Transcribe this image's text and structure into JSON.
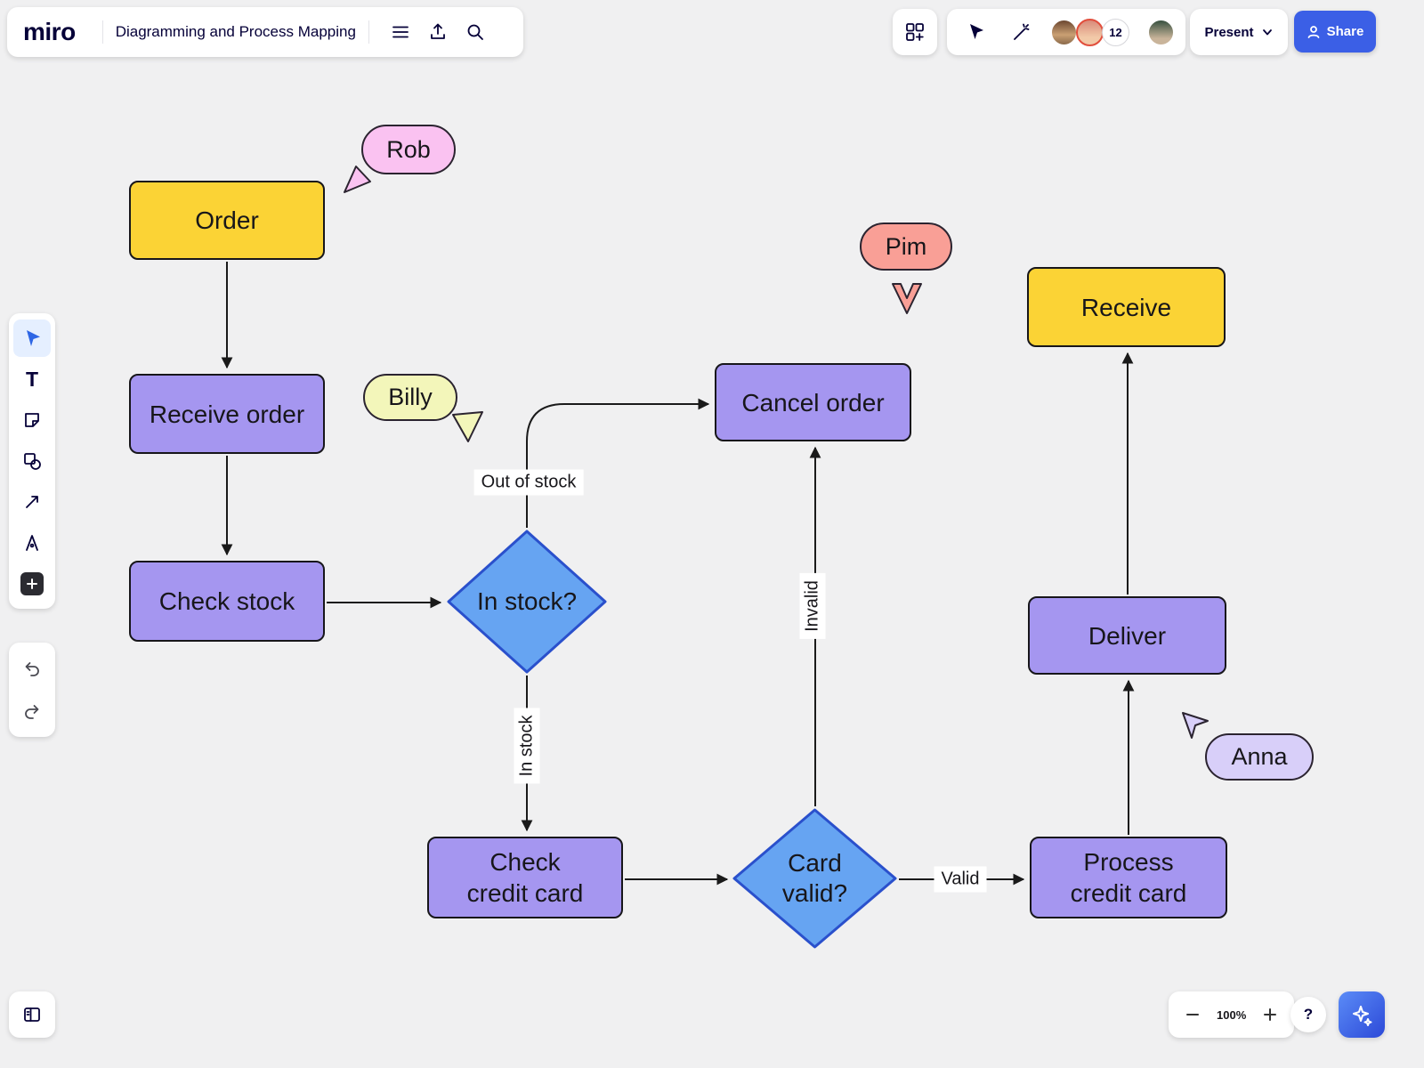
{
  "palette": {
    "canvas_bg": "#F0F0F1",
    "node_yellow": "#FBD335",
    "node_purple": "#A596F0",
    "node_blue_fill": "#66A4F2",
    "node_blue_border": "#2A50CC",
    "edge_color": "#1A1A1A",
    "share_button_blue": "#3B5FE6"
  },
  "top_bar": {
    "logo": "miro",
    "board_title": "Diagramming and Process Mapping",
    "present_label": "Present",
    "share_label": "Share",
    "participant_count": "12"
  },
  "tools": {
    "text_glyph": "T"
  },
  "bottom_bar": {
    "zoom_level": "100%",
    "help_glyph": "?"
  },
  "flowchart": {
    "nodes": {
      "order": "Order",
      "receive_order": "Receive order",
      "check_stock": "Check stock",
      "in_stock": "In stock?",
      "cancel_order": "Cancel order",
      "check_credit_card": "Check\ncredit card",
      "card_valid": "Card\nvalid?",
      "process_credit_card": "Process\ncredit card",
      "deliver": "Deliver",
      "receive": "Receive"
    },
    "edge_labels": {
      "out_of_stock": "Out of stock",
      "in_stock": "In stock",
      "invalid": "Invalid",
      "valid": "Valid"
    }
  },
  "collaborators": [
    {
      "name": "Rob",
      "color": "#FAC2F1"
    },
    {
      "name": "Billy",
      "color": "#F3F6BA"
    },
    {
      "name": "Pim",
      "color": "#F99F96"
    },
    {
      "name": "Anna",
      "color": "#D8CFF9"
    }
  ]
}
